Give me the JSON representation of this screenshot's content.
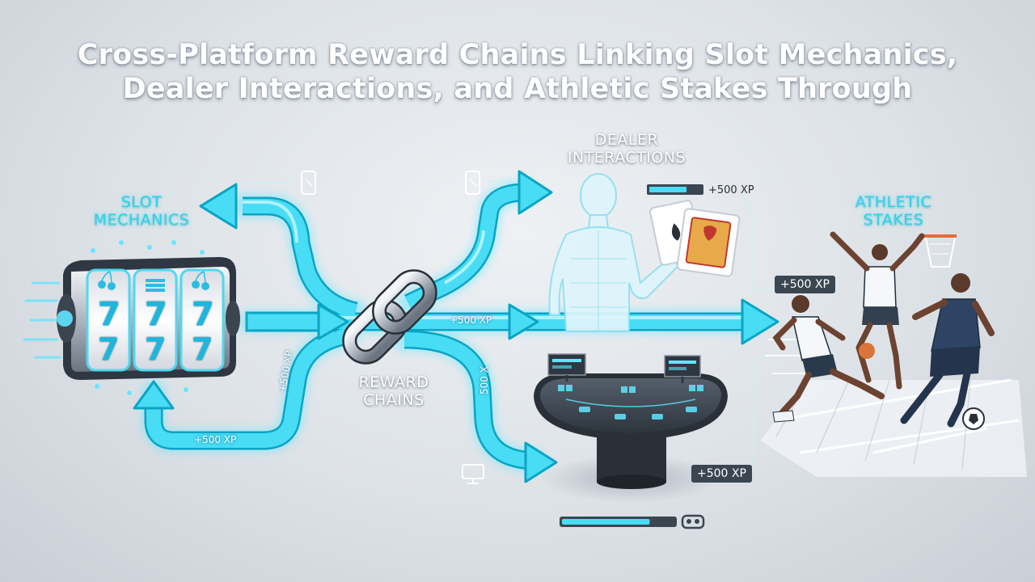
{
  "title_line1": "Cross-Platform Reward Chains Linking Slot Mechanics,",
  "title_line2": "Dealer Interactions, and Athletic Stakes Through",
  "nodes": {
    "slot": {
      "line1": "SLOT",
      "line2": "MECHANICS"
    },
    "dealer": {
      "line1": "DEALER",
      "line2": "INTERACTIONS"
    },
    "athletic": {
      "line1": "ATHLETIC",
      "line2": "STAKES"
    },
    "hub": {
      "line1": "REWARD",
      "line2": "CHAINS"
    }
  },
  "xp_labels": {
    "flow_main": "+500 XP",
    "flow_bottom_left": "+500 XP",
    "flow_vertical_left": "+500 XP",
    "flow_vertical_right": "500 X",
    "dealer_progress": "+500 XP",
    "athletic_badge": "+500 XP",
    "table_badge": "+500 XP"
  },
  "slot_symbols": [
    "7",
    "7",
    "7",
    "7",
    "7",
    "7"
  ],
  "progress": {
    "dealer_bar": 0.72,
    "bottom_bar": 0.78
  },
  "icons": [
    "phone-icon",
    "phone-icon",
    "monitor-icon",
    "vr-headset-icon"
  ],
  "colors": {
    "flow": "#3fd6f2",
    "flow_dark": "#0aa4c4",
    "panel": "#3c4651",
    "title": "#ffffff"
  }
}
